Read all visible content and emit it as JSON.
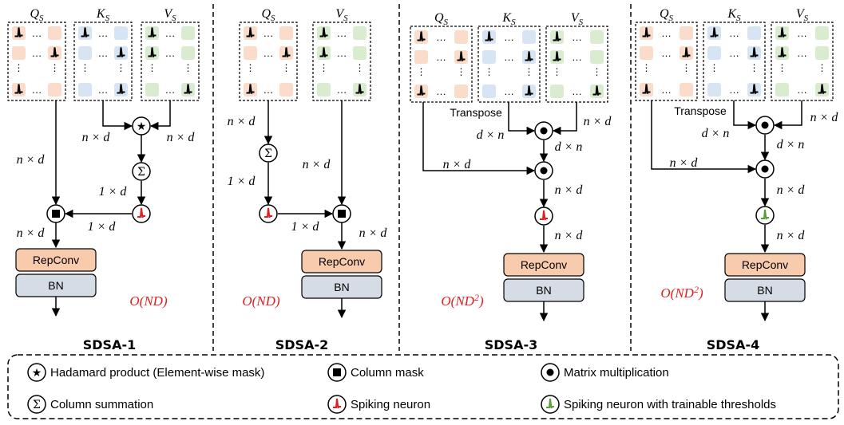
{
  "matrix_labels": {
    "q": "Q",
    "k": "K",
    "v": "V",
    "sub": "S"
  },
  "op_symbols": {
    "hadamard": "★",
    "summation": "Σ"
  },
  "ops": {
    "ellipsis": "…",
    "vdots": "⋮"
  },
  "dims": {
    "nd": "n × d",
    "onexd": "1 × d",
    "dxn": "d × n"
  },
  "transpose": "Transpose",
  "blocks": {
    "repconv": "RepConv",
    "bn": "BN"
  },
  "complexity": {
    "ond": "O(ND)",
    "ond2_base": "O(ND",
    "ond2_exp": "2",
    "ond2_close": ")"
  },
  "titles": [
    "SDSA-1",
    "SDSA-2",
    "SDSA-3",
    "SDSA-4"
  ],
  "legend": {
    "hadamard": "Hadamard product (Element-wise mask)",
    "column_mask": "Column mask",
    "matmul": "Matrix multiplication",
    "column_sum": "Column summation",
    "spiking": "Spiking neuron",
    "spiking_trainable": "Spiking neuron with trainable thresholds"
  },
  "colors": {
    "q": "#fbdccb",
    "k": "#d6e4f3",
    "v": "#d9ecd0",
    "repconv": "#f8cbad",
    "bn": "#d6dce5",
    "red": "#e02020",
    "green": "#5a9e3a"
  }
}
